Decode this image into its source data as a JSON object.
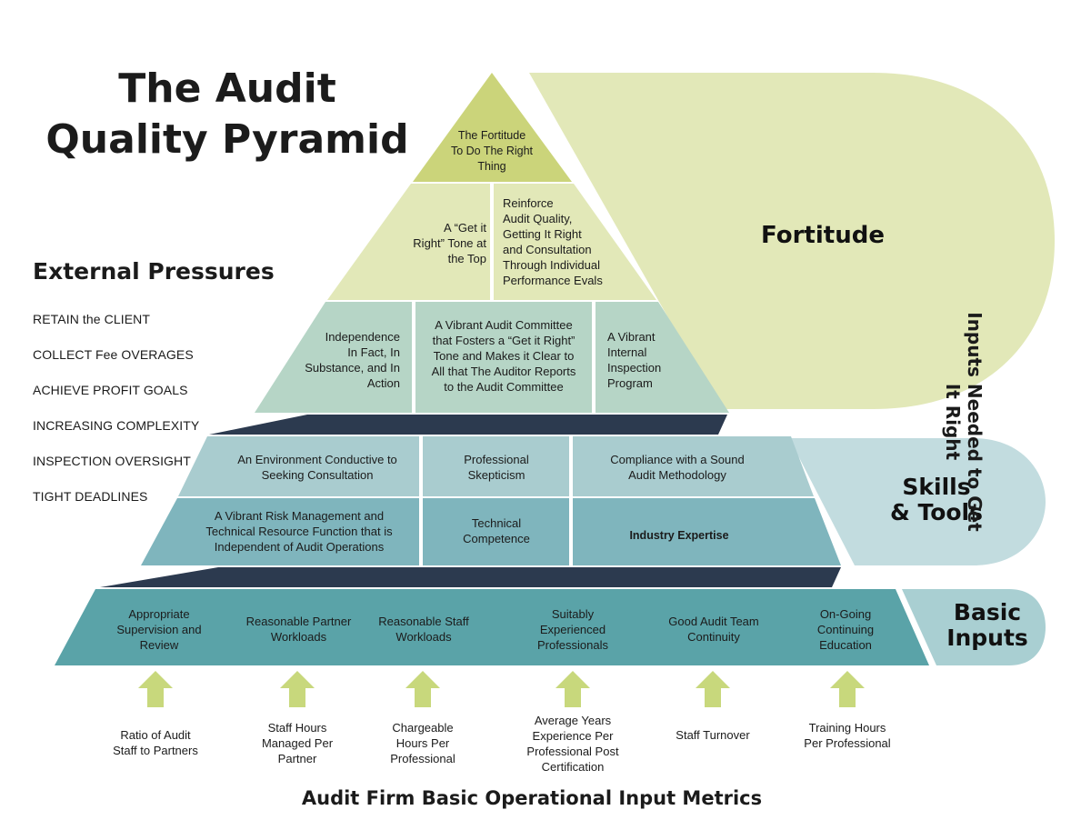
{
  "title": {
    "line1": "The Audit",
    "line2": "Quality Pyramid"
  },
  "external_pressures": {
    "title": "External Pressures",
    "items": [
      "RETAIN the CLIENT",
      "COLLECT Fee OVERAGES",
      "ACHIEVE PROFIT GOALS",
      "INCREASING COMPLEXITY",
      "INSPECTION OVERSIGHT",
      "TIGHT DEADLINES"
    ]
  },
  "pyramid": {
    "apex": "The Fortitude\nTo Do The Right\nThing",
    "tier2": [
      "A “Get it\nRight” Tone at\nthe Top",
      "Reinforce\nAudit Quality,\nGetting It Right\nand Consultation\nThrough Individual\nPerformance Evals"
    ],
    "tier3": [
      "Independence\nIn Fact, In\nSubstance, and In\nAction",
      "A Vibrant Audit Committee\nthat Fosters a “Get it Right”\nTone and Makes it Clear to\nAll that The Auditor Reports\nto the Audit Committee",
      "A Vibrant\nInternal\nInspection\nProgram"
    ],
    "skills_top": [
      "An Environment Conductive to\nSeeking Consultation",
      "Professional\nSkepticism",
      "Compliance with a Sound\nAudit Methodology"
    ],
    "skills_bottom": [
      "A Vibrant Risk Management and\nTechnical Resource Function that is\nIndependent of Audit Operations",
      "Technical\nCompetence",
      "Industry Expertise"
    ],
    "basic": [
      "Appropriate\nSupervision and\nReview",
      "Reasonable Partner\nWorkloads",
      "Reasonable Staff\nWorkloads",
      "Suitably\nExperienced\nProfessionals",
      "Good Audit Team\nContinuity",
      "On-Going\nContinuing\nEducation"
    ]
  },
  "side_labels": {
    "fortitude": "Fortitude",
    "skills": "Skills\n& Tools",
    "basic": "Basic\nInputs",
    "vertical": "Inputs Needed to Get It Right"
  },
  "metrics": [
    "Ratio of Audit\nStaff to Partners",
    "Staff Hours\nManaged Per\nPartner",
    "Chargeable\nHours Per\nProfessional",
    "Average Years\nExperience Per\nProfessional Post\nCertification",
    "Staff Turnover",
    "Training Hours\nPer Professional"
  ],
  "footer": "Audit Firm Basic Operational Input Metrics",
  "colors": {
    "apex": "#cbd47a",
    "fortitude": "#e2e8b8",
    "tier3": "#b6d5c6",
    "navy": "#2c3a4f",
    "skills_top": "#a9cccf",
    "skills_bottom": "#7fb5bd",
    "skills_side": "#c2dcdf",
    "basic": "#5aa3a8",
    "basic_side": "#a9cfd2",
    "arrow": "#c8d87c"
  }
}
